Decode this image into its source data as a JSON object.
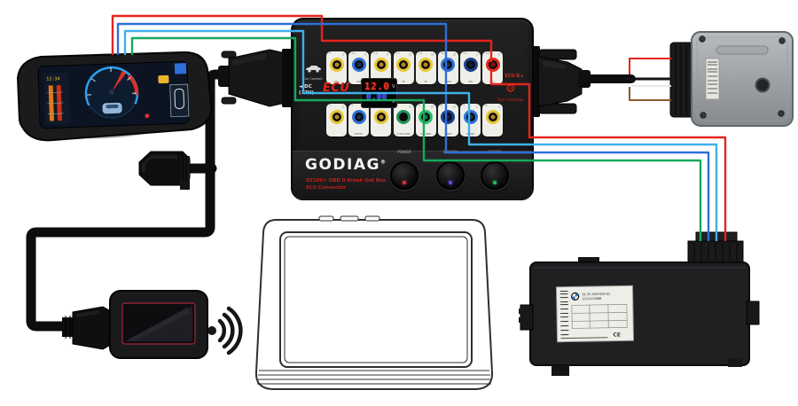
{
  "device_box": {
    "brand": "GODIAG",
    "reg": "®",
    "model_line1": "GT100+ OBD II Break Out Box",
    "model_line2": "ECU Connector",
    "car_connect_label": "Car Connect",
    "dc_line1": "◄ DC",
    "dc_line2": "(12V)",
    "ecu_label": "ECU",
    "ecu_bplus_label": "ECU B+",
    "test_controller_label": "Test Controller",
    "gear_glyph": "⚙",
    "display": {
      "volts": "12.0",
      "volt_unit": "V",
      "amps": "0.00",
      "amp_unit": "A"
    },
    "knobs": [
      {
        "label": "POWER",
        "dot": "#e03040"
      },
      {
        "label": "12V(30)",
        "dot": "#5a50e8"
      },
      {
        "label": "12V(15)",
        "dot": "#22c060"
      }
    ],
    "jacks_top": [
      {
        "pin": "9",
        "label": "TAC",
        "ring": "#e8c530",
        "center": "#b58820"
      },
      {
        "pin": "10",
        "label": "IGN",
        "ring": "#2e6fd8",
        "center": "#16335f"
      },
      {
        "pin": "11",
        "label": "",
        "ring": "#e8c530",
        "center": "#b58820"
      },
      {
        "pin": "12",
        "label": "TS",
        "ring": "#e8c530",
        "center": "#b58820"
      },
      {
        "pin": "13",
        "label": "TC",
        "ring": "#e8c530",
        "center": "#b58820"
      },
      {
        "pin": "14",
        "label": "CANL",
        "ring": "#2e6fd8",
        "center": "#16335f"
      },
      {
        "pin": "15",
        "label": "WS",
        "ring": "#1a3f8f",
        "center": "#0d1f4a"
      },
      {
        "pin": "16",
        "label": "B+",
        "ring": "#e02818",
        "center": "#8f1010"
      }
    ],
    "jacks_bottom": [
      {
        "pin": "1",
        "label": "",
        "ring": "#e8c530",
        "center": "#b58820"
      },
      {
        "pin": "2",
        "label": "J1850+",
        "ring": "#2e6fd8",
        "center": "#16335f"
      },
      {
        "pin": "3",
        "label": "",
        "ring": "#e8c530",
        "center": "#b58820"
      },
      {
        "pin": "4",
        "label": "CHAS GND",
        "ring": "#23935a",
        "center": "#0a0a0a"
      },
      {
        "pin": "5",
        "label": "SIG GND",
        "ring": "#28c06a",
        "center": "#0d7a3e"
      },
      {
        "pin": "6",
        "label": "CANH",
        "ring": "#1a3f8f",
        "center": "#0d1f4a"
      },
      {
        "pin": "7",
        "label": "K-LINE",
        "ring": "#2e6fd8",
        "center": "#16335f"
      },
      {
        "pin": "8",
        "label": "",
        "ring": "#e8c530",
        "center": "#b58820"
      }
    ]
  },
  "wires": {
    "red": "#e5241d",
    "blue": "#2e6fd8",
    "light_blue": "#3fb0e8",
    "green": "#17a85c",
    "brown": "#8a5a2a",
    "white": "#e9e9e9",
    "black": "#141414"
  },
  "cas_module": {
    "label_line1": "61.35-9267609-01",
    "label_line2": "2121433988",
    "ce_mark": "CE"
  }
}
